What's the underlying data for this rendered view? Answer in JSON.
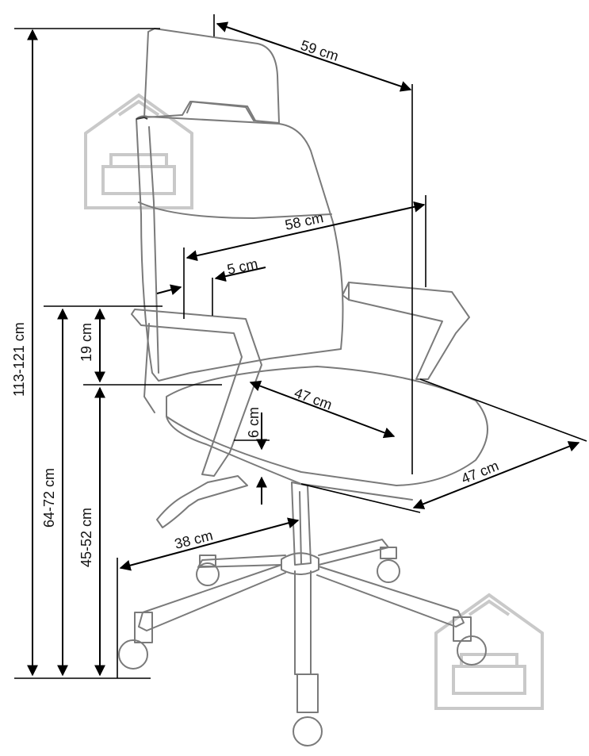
{
  "dimensions": {
    "top_depth": "59 cm",
    "back_width": "58 cm",
    "armrest_width": "5 cm",
    "armrest_height": "19 cm",
    "seat_depth": "47 cm",
    "seat_thickness": "6 cm",
    "seat_width": "47 cm",
    "base_radius": "38 cm",
    "total_height": "113-121 cm",
    "armrest_floor_height": "64-72 cm",
    "seat_height": "45-52 cm"
  },
  "watermark_icon": "house-armchair-logo",
  "colors": {
    "outline": "#7a7a7a",
    "dimension": "#000000",
    "watermark": "#c9c9c9"
  }
}
